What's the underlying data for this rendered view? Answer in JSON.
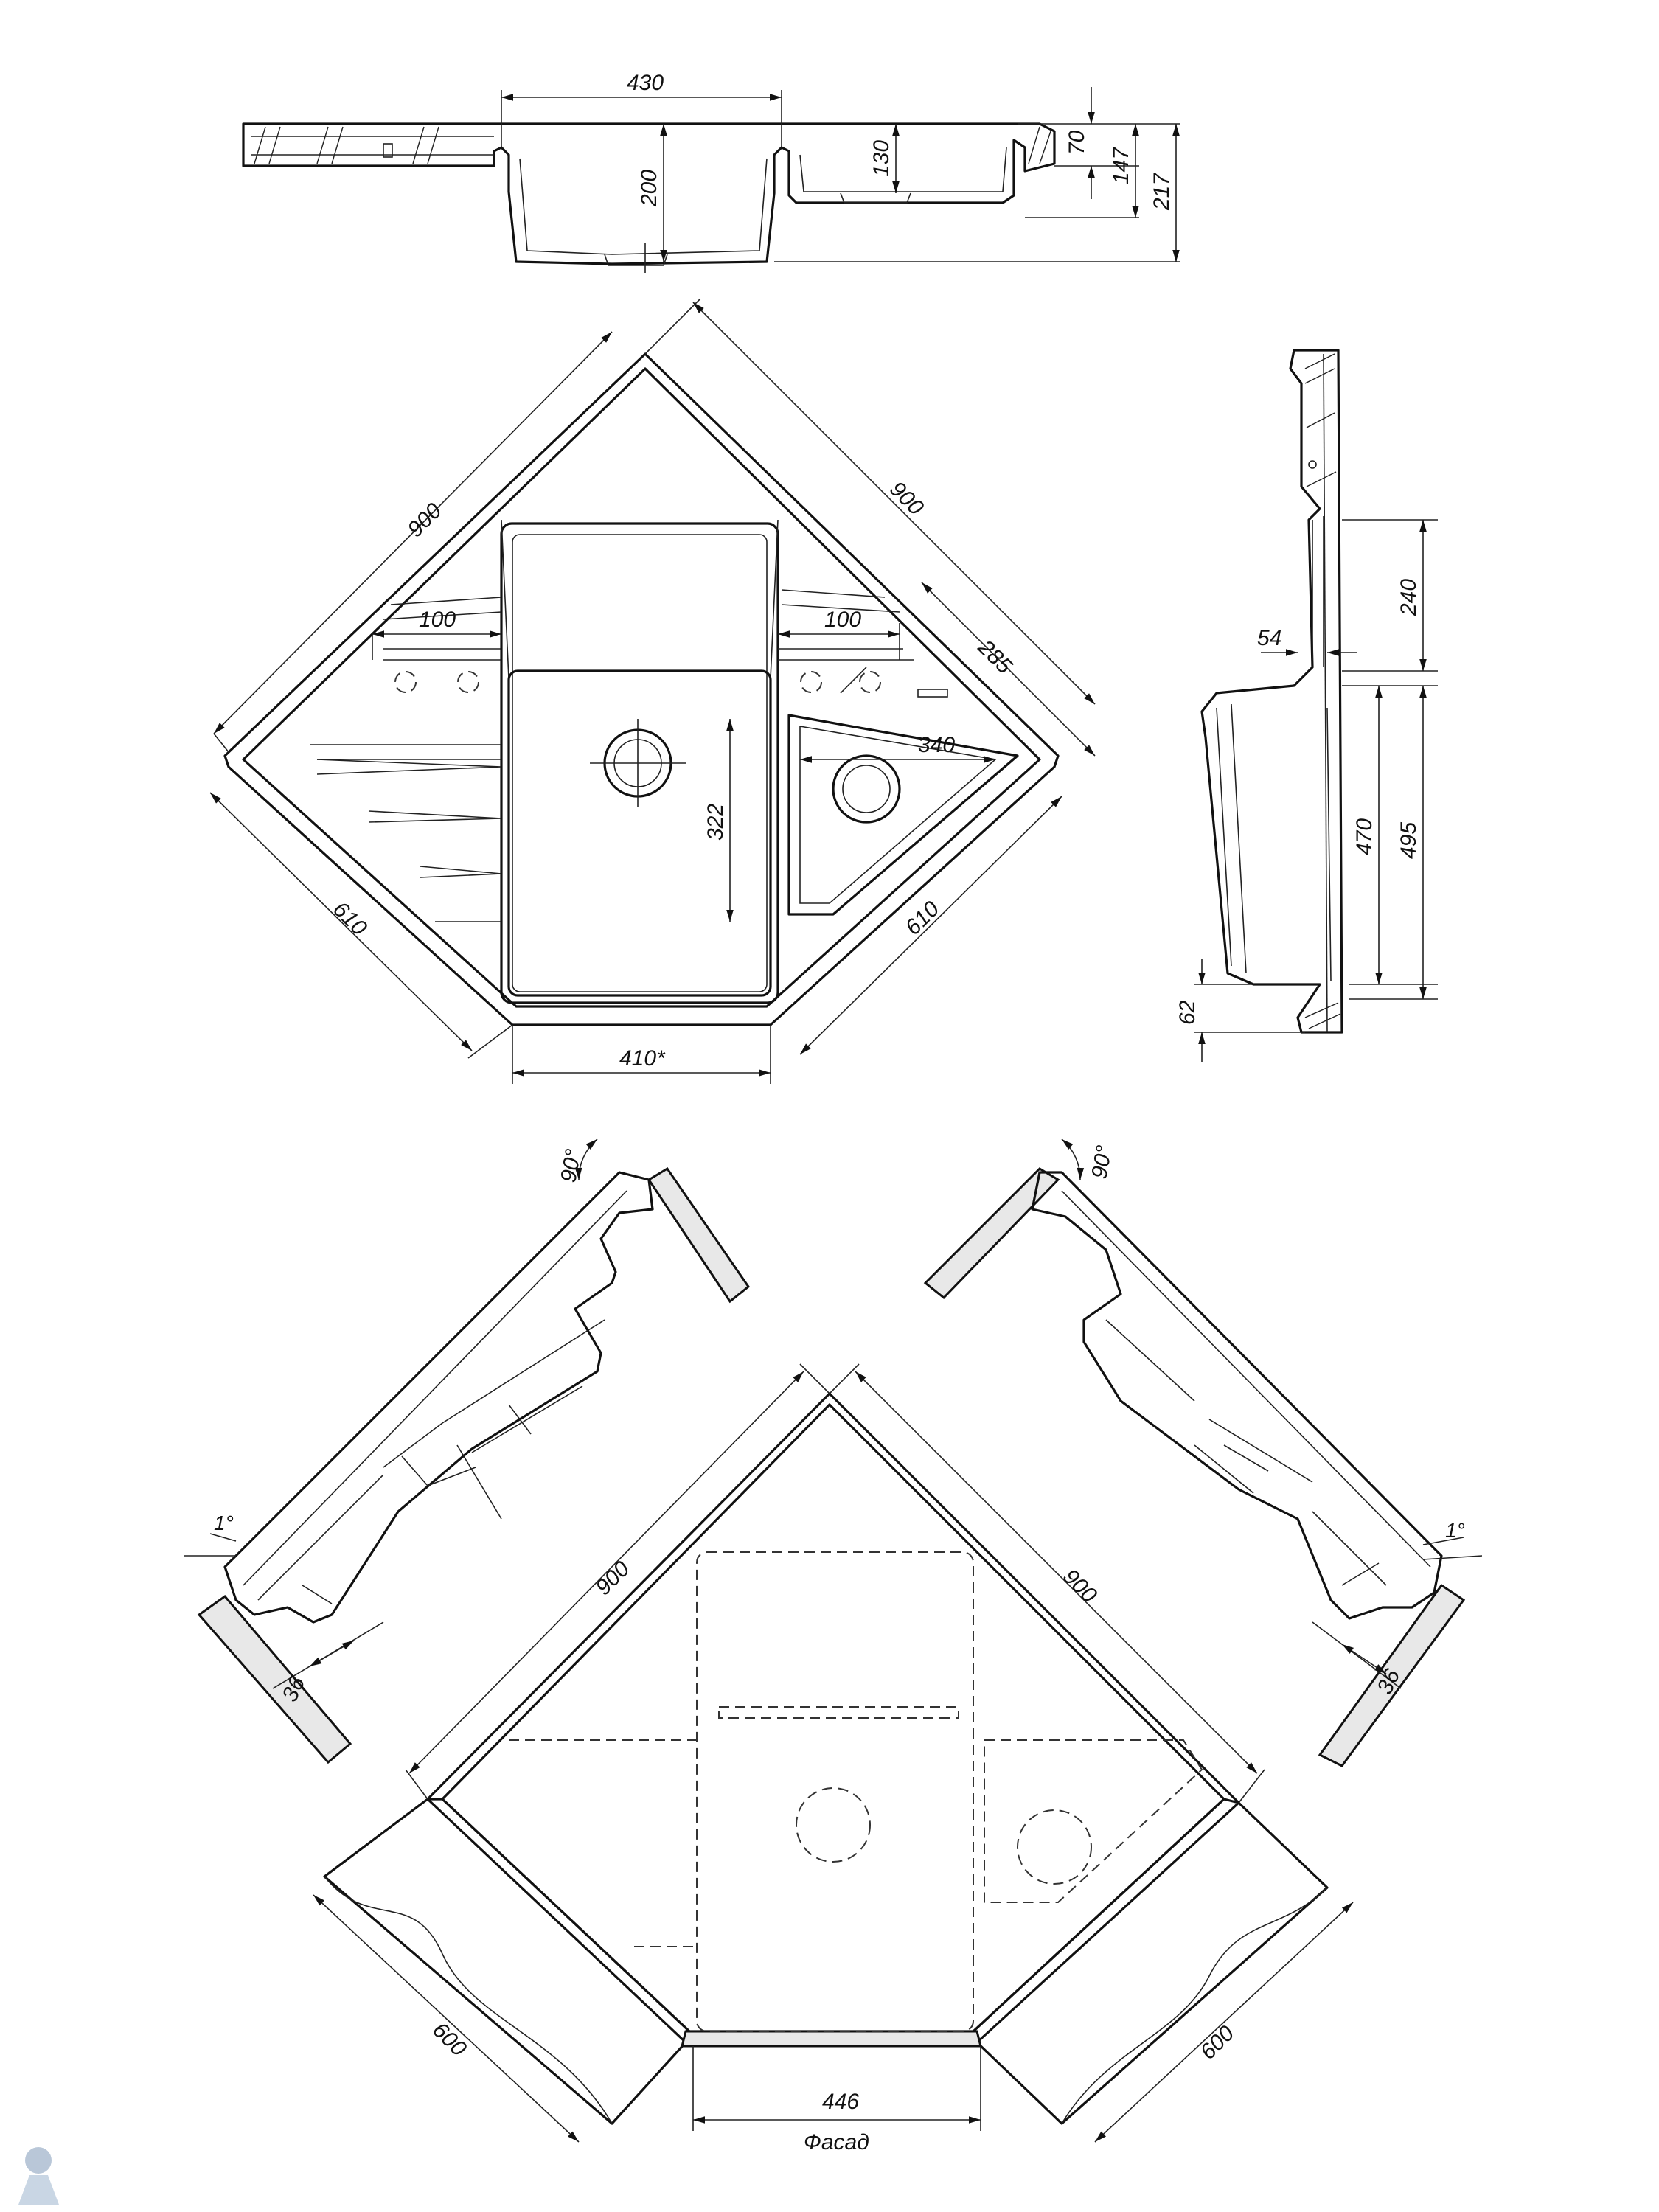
{
  "drawing": {
    "top_view": {
      "width_label": "430",
      "depth_left_label": "200",
      "depth_right_label": "130",
      "heights": [
        "70",
        "147",
        "217"
      ]
    },
    "plan": {
      "side_a": "900",
      "side_b": "900",
      "front_a": "610",
      "front_b": "610",
      "front_width": "410*",
      "tap_offset_left": "100",
      "tap_offset_right": "100",
      "wing": "285",
      "bowl_small_width": "340",
      "bowl_main_depth": "322"
    },
    "side_view": {
      "labels": [
        "240",
        "54",
        "470",
        "495",
        "62"
      ]
    },
    "install": {
      "angle_left": "90°",
      "angle_right": "90°",
      "tilt_left": "1°",
      "tilt_right": "1°",
      "offset_left": "36",
      "offset_right": "36",
      "cab_side_a": "900",
      "cab_side_b": "900",
      "cab_left": "600",
      "cab_right": "600",
      "facade_width": "446",
      "facade_label": "Фасад"
    }
  }
}
